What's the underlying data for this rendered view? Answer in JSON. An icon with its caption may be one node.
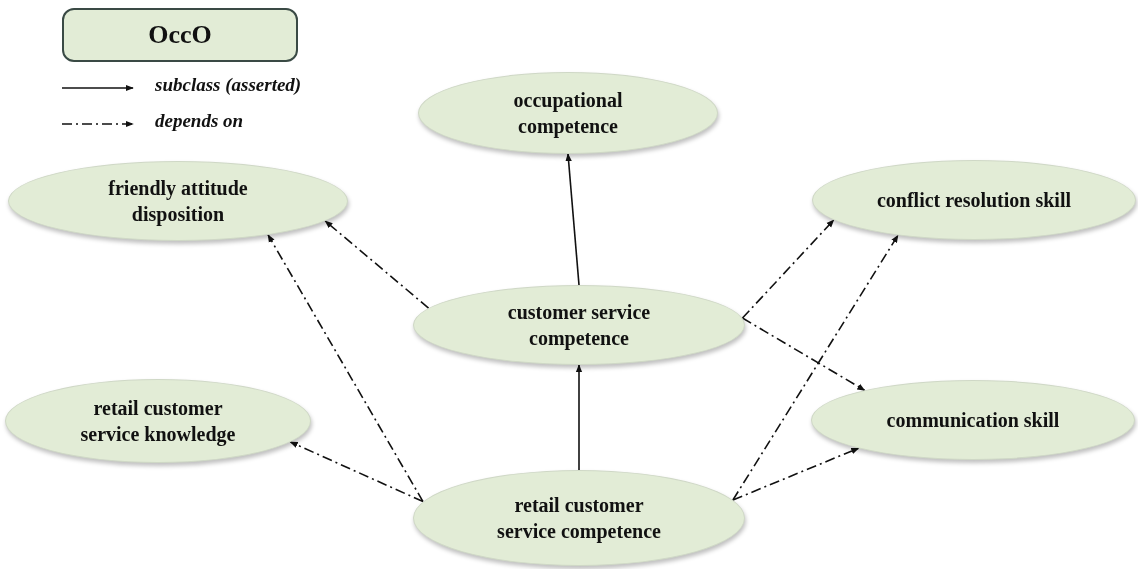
{
  "diagram": {
    "nodes": [
      {
        "text": [
          "OccO"
        ]
      },
      {
        "text": [
          "occupational competence"
        ]
      },
      {
        "text": [
          "friendly attitude disposition"
        ]
      },
      {
        "text": [
          "conflict resolution skill"
        ]
      },
      {
        "text": [
          "customer service competence"
        ]
      },
      {
        "text": [
          "retail customer service knowledge"
        ]
      },
      {
        "text": [
          "communication skill"
        ]
      },
      {
        "text": [
          "retail customer service competence"
        ]
      }
    ],
    "edges": [
      {
        "from": 7,
        "to": 4,
        "arrow": "to"
      },
      {
        "from": 4,
        "to": 1,
        "arrow": "to"
      },
      {
        "from": 4,
        "to": 2,
        "arrow": "to",
        "style": "dashed"
      },
      {
        "from": 4,
        "to": 3,
        "arrow": "to",
        "style": "dashed"
      },
      {
        "from": 4,
        "to": 6,
        "arrow": "to",
        "style": "dashed"
      },
      {
        "from": 7,
        "to": 2,
        "arrow": "to",
        "style": "dashed"
      },
      {
        "from": 7,
        "to": 5,
        "arrow": "to",
        "style": "dashed"
      },
      {
        "from": 7,
        "to": 3,
        "arrow": "to",
        "style": "dashed"
      },
      {
        "from": 7,
        "to": 6,
        "arrow": "to",
        "style": "dashed"
      }
    ],
    "legend": [
      {
        "text": "subclass (asserted)"
      },
      {
        "text": "depends on"
      }
    ]
  }
}
